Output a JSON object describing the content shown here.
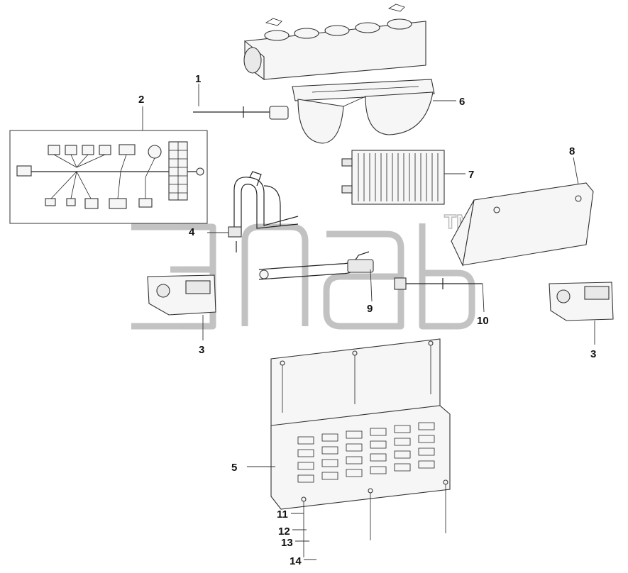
{
  "diagram": {
    "callouts": [
      "1",
      "2",
      "3",
      "4",
      "5",
      "6",
      "7",
      "8",
      "9",
      "10",
      "11",
      "12",
      "13",
      "14"
    ],
    "callout_repeat": "3",
    "watermark_mark": "TM"
  }
}
